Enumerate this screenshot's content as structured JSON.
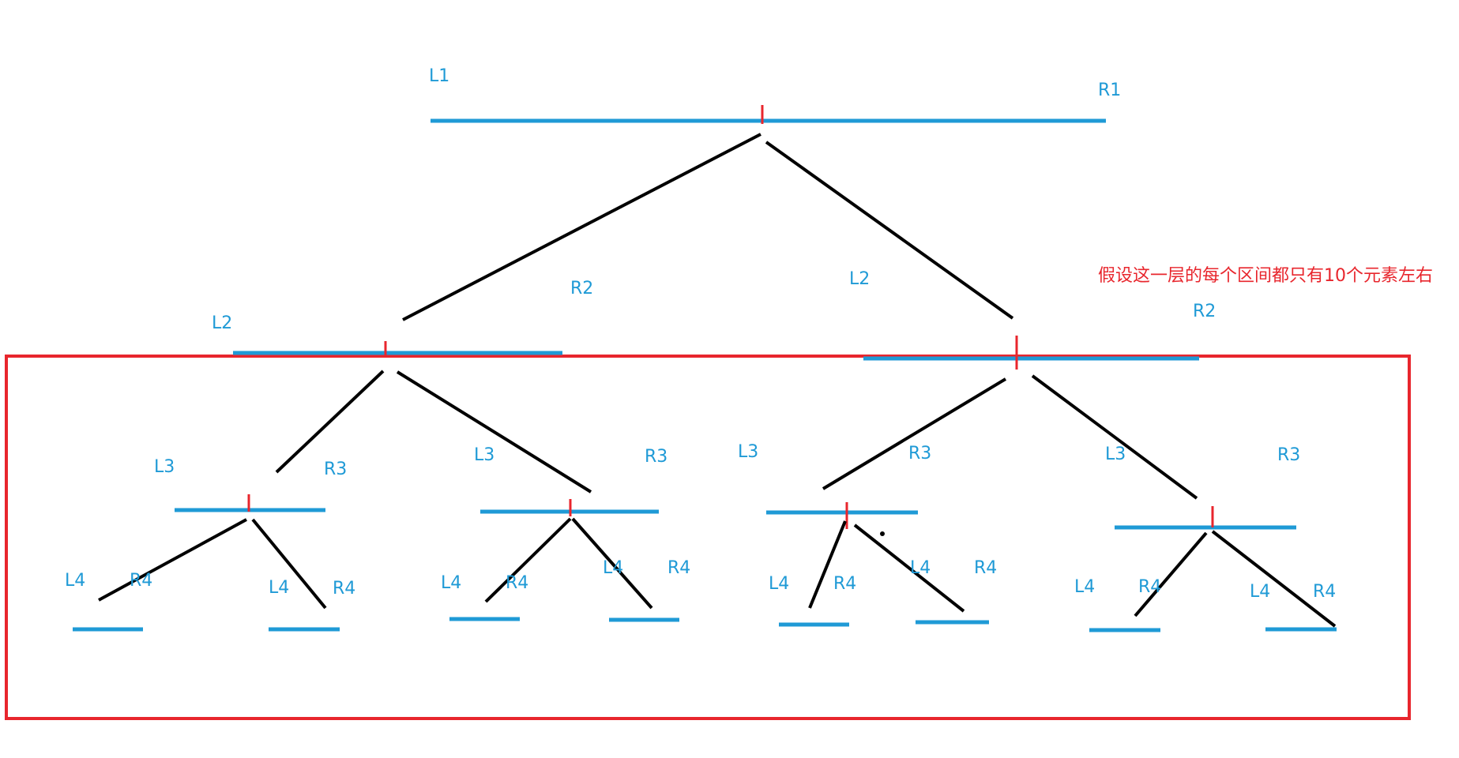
{
  "annotation": "假设这一层的每个区间都只有10个元素左右",
  "colors": {
    "segment": "#1f9ad6",
    "edge": "#000000",
    "highlight": "#e8262d",
    "background": "#ffffff"
  },
  "levels": [
    {
      "level": 1,
      "nodes": [
        {
          "left": "L1",
          "right": "R1"
        }
      ]
    },
    {
      "level": 2,
      "nodes": [
        {
          "left": "L2",
          "right": "R2"
        },
        {
          "left": "L2",
          "right": "R2"
        }
      ]
    },
    {
      "level": 3,
      "nodes": [
        {
          "left": "L3",
          "right": "R3"
        },
        {
          "left": "L3",
          "right": "R3"
        },
        {
          "left": "L3",
          "right": "R3"
        },
        {
          "left": "L3",
          "right": "R3"
        }
      ]
    },
    {
      "level": 4,
      "nodes": [
        {
          "left": "L4",
          "right": "R4"
        },
        {
          "left": "L4",
          "right": "R4"
        },
        {
          "left": "L4",
          "right": "R4"
        },
        {
          "left": "L4",
          "right": "R4"
        },
        {
          "left": "L4",
          "right": "R4"
        },
        {
          "left": "L4",
          "right": "R4"
        },
        {
          "left": "L4",
          "right": "R4"
        },
        {
          "left": "L4",
          "right": "R4"
        }
      ]
    }
  ]
}
